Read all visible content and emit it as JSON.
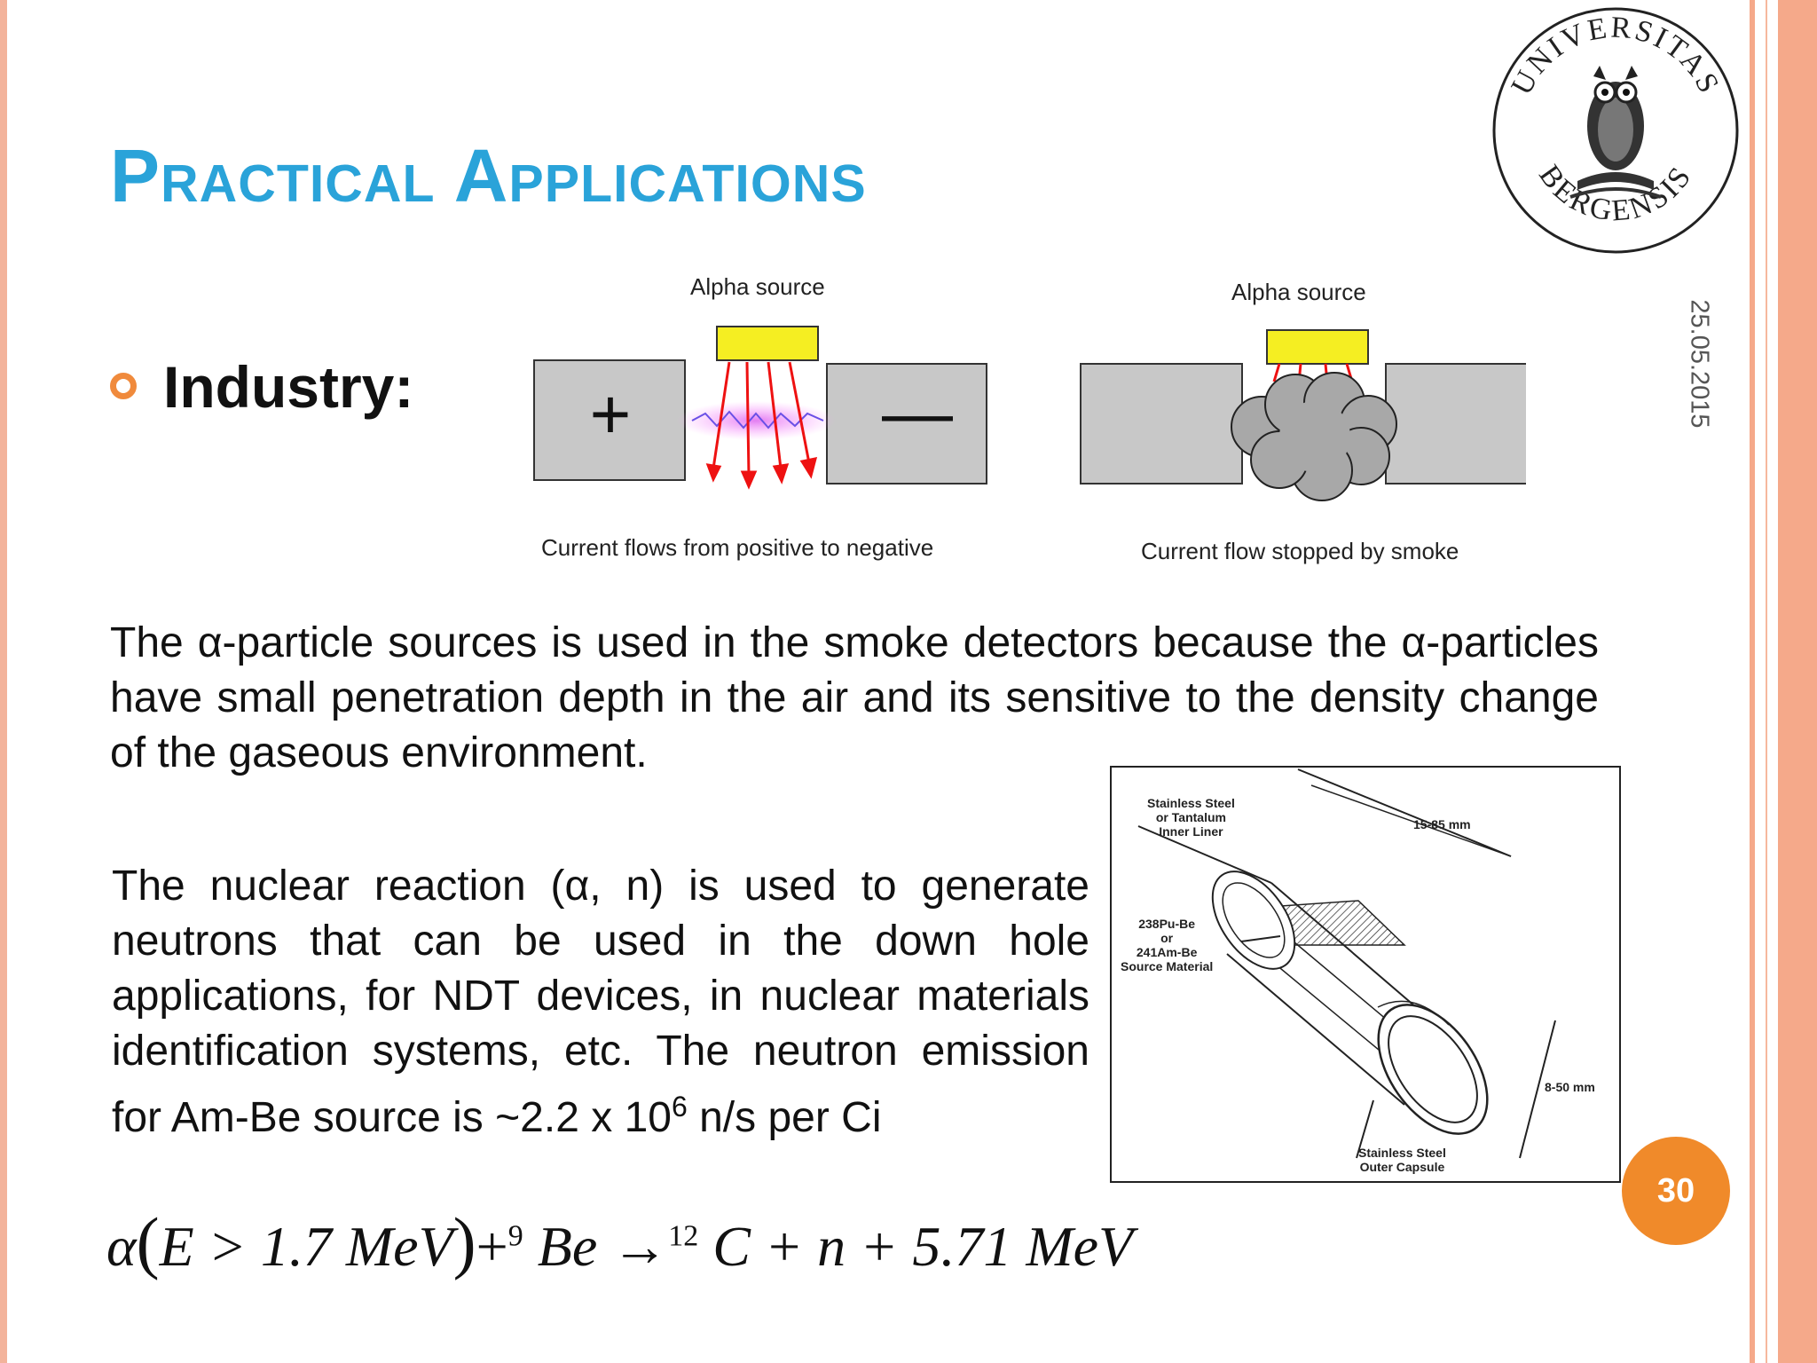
{
  "slide": {
    "title": "Practical Applications",
    "date": "25.05.2015",
    "page_number": "30",
    "logo_text": {
      "top": "UNIVERSITAS",
      "bottom": "BERGENSIS"
    }
  },
  "industry": {
    "heading": "Industry:"
  },
  "smoke_diagram": {
    "left": {
      "source_label": "Alpha source",
      "plus": "+",
      "minus": "—",
      "caption": "Current flows from positive to negative"
    },
    "right": {
      "source_label": "Alpha source",
      "caption": "Current flow stopped by smoke"
    }
  },
  "paragraphs": {
    "alpha_smoke": "The α-particle sources is used in the smoke detectors because the α-particles have small penetration depth in the air and its sensitive to the density change of the gaseous environment.",
    "neutron_1": "The nuclear reaction (α, n) is used to generate neutrons that can be used in the down hole applications, for NDT devices, in nuclear materials identification systems, etc. The neutron emission for Am-Be source is ~2.2 x 10",
    "neutron_exp": "6",
    "neutron_2": " n/s per Ci"
  },
  "source_figure": {
    "inner_liner": [
      "Stainless Steel",
      "or Tantalum",
      "Inner Liner"
    ],
    "source_material": [
      "238Pu-Be",
      "or",
      "241Am-Be",
      "Source Material"
    ],
    "length": "15-85 mm",
    "diameter": "8-50 mm",
    "outer_capsule": [
      "Stainless Steel",
      "Outer Capsule"
    ]
  },
  "equation": {
    "alpha": "α",
    "lparen": "(",
    "condition": "E > 1.7 MeV",
    "rparen": ")",
    "plus1": "+",
    "be_mass": "9",
    "be": "Be",
    "arrow": "→",
    "c_mass": "12",
    "c": "C",
    "rest": " + n + 5.71 MeV"
  }
}
